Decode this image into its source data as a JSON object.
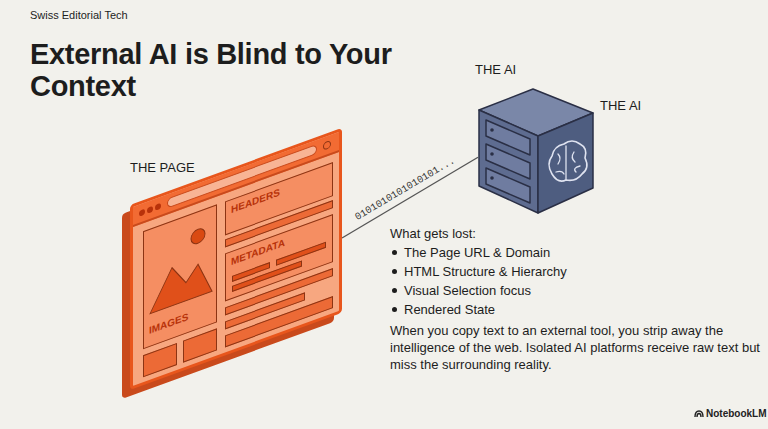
{
  "diagram": {
    "title": "External AI is Blind to Your Context",
    "nodes": [
      {
        "text": [
          "THE PAGE"
        ]
      },
      {
        "text": [
          "HEADERS"
        ],
        "in": 0
      },
      {
        "text": [
          "METADATA"
        ],
        "in": 0
      },
      {
        "text": [
          "IMAGES"
        ],
        "in": 0
      },
      {
        "text": [
          "THE AI",
          "THE AI"
        ]
      }
    ],
    "edges": [
      {
        "from": 0,
        "to": 4,
        "label": "0101010101010101...",
        "arrow": "none"
      }
    ],
    "labels": [
      "Swiss Editorial Tech",
      "What gets lost:",
      "The Page URL & Domain",
      "HTML Structure & Hierarchy",
      "Visual Selection focus",
      "Rendered State",
      "When you copy text to an external tool, you strip away the intelligence of the web. Isolated AI platforms receive raw text but miss the surrounding reality.",
      "NotebookLM"
    ]
  }
}
